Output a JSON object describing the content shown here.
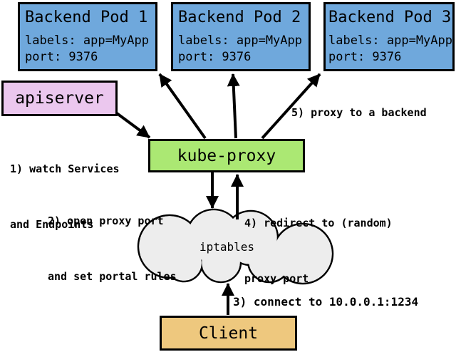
{
  "colors": {
    "pod-fill": "#6fa8dc",
    "apiserver-fill": "#ebc7ee",
    "kubeproxy-fill": "#abe873",
    "client-fill": "#eec87e",
    "cloud-fill": "#ededed",
    "border": "#000000",
    "canvas": "#ffffff"
  },
  "pods": [
    {
      "title": "Backend Pod 1",
      "labels": "labels: app=MyApp",
      "port": "port: 9376"
    },
    {
      "title": "Backend Pod 2",
      "labels": "labels: app=MyApp",
      "port": "port: 9376"
    },
    {
      "title": "Backend Pod 3",
      "labels": "labels: app=MyApp",
      "port": "port: 9376"
    }
  ],
  "nodes": {
    "apiserver": "apiserver",
    "kube_proxy": "kube-proxy",
    "iptables": "iptables",
    "client": "Client"
  },
  "annotations": {
    "step1_line1": "1) watch Services",
    "step1_line2": "and Endpoints",
    "step2_line1": "2) open proxy port",
    "step2_line2": "and set portal rules",
    "step3": "3) connect to 10.0.0.1:1234",
    "step4_line1": "4) redirect to (random)",
    "step4_line2": "proxy port",
    "step5": "5) proxy to a backend"
  }
}
